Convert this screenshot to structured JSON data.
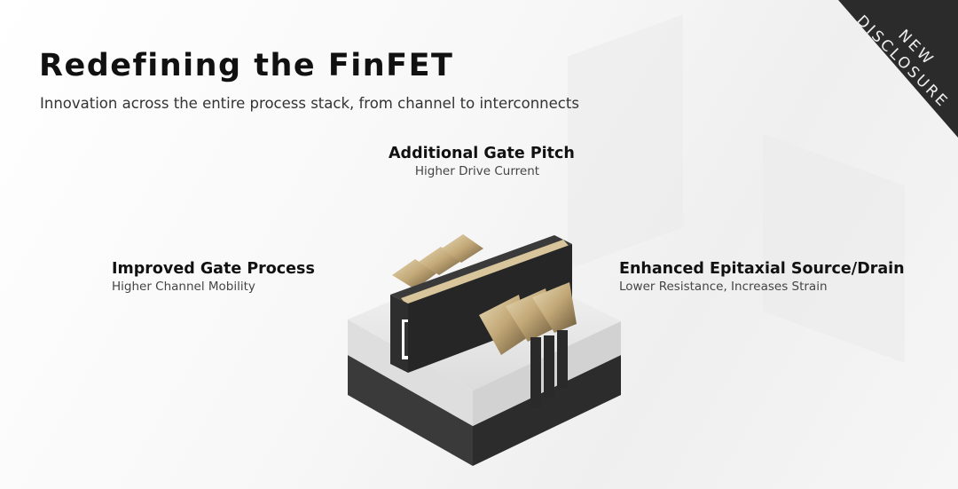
{
  "slide": {
    "title": "Redefining the FinFET",
    "subtitle": "Innovation across the entire process stack, from channel to interconnects"
  },
  "badge": {
    "line1": "NEW",
    "line2": "DISCLOSURE",
    "color": "#2b2b2b"
  },
  "callouts": [
    {
      "heading": "Additional Gate Pitch",
      "detail": "Higher Drive Current"
    },
    {
      "heading": "Improved Gate Process",
      "detail": "Higher Channel Mobility"
    },
    {
      "heading": "Enhanced Epitaxial Source/Drain",
      "detail": "Lower Resistance, Increases Strain"
    }
  ],
  "colors": {
    "gold": "#c9b48a",
    "dark": "#2a2a2a",
    "white_layer": "#e9e9e9"
  }
}
